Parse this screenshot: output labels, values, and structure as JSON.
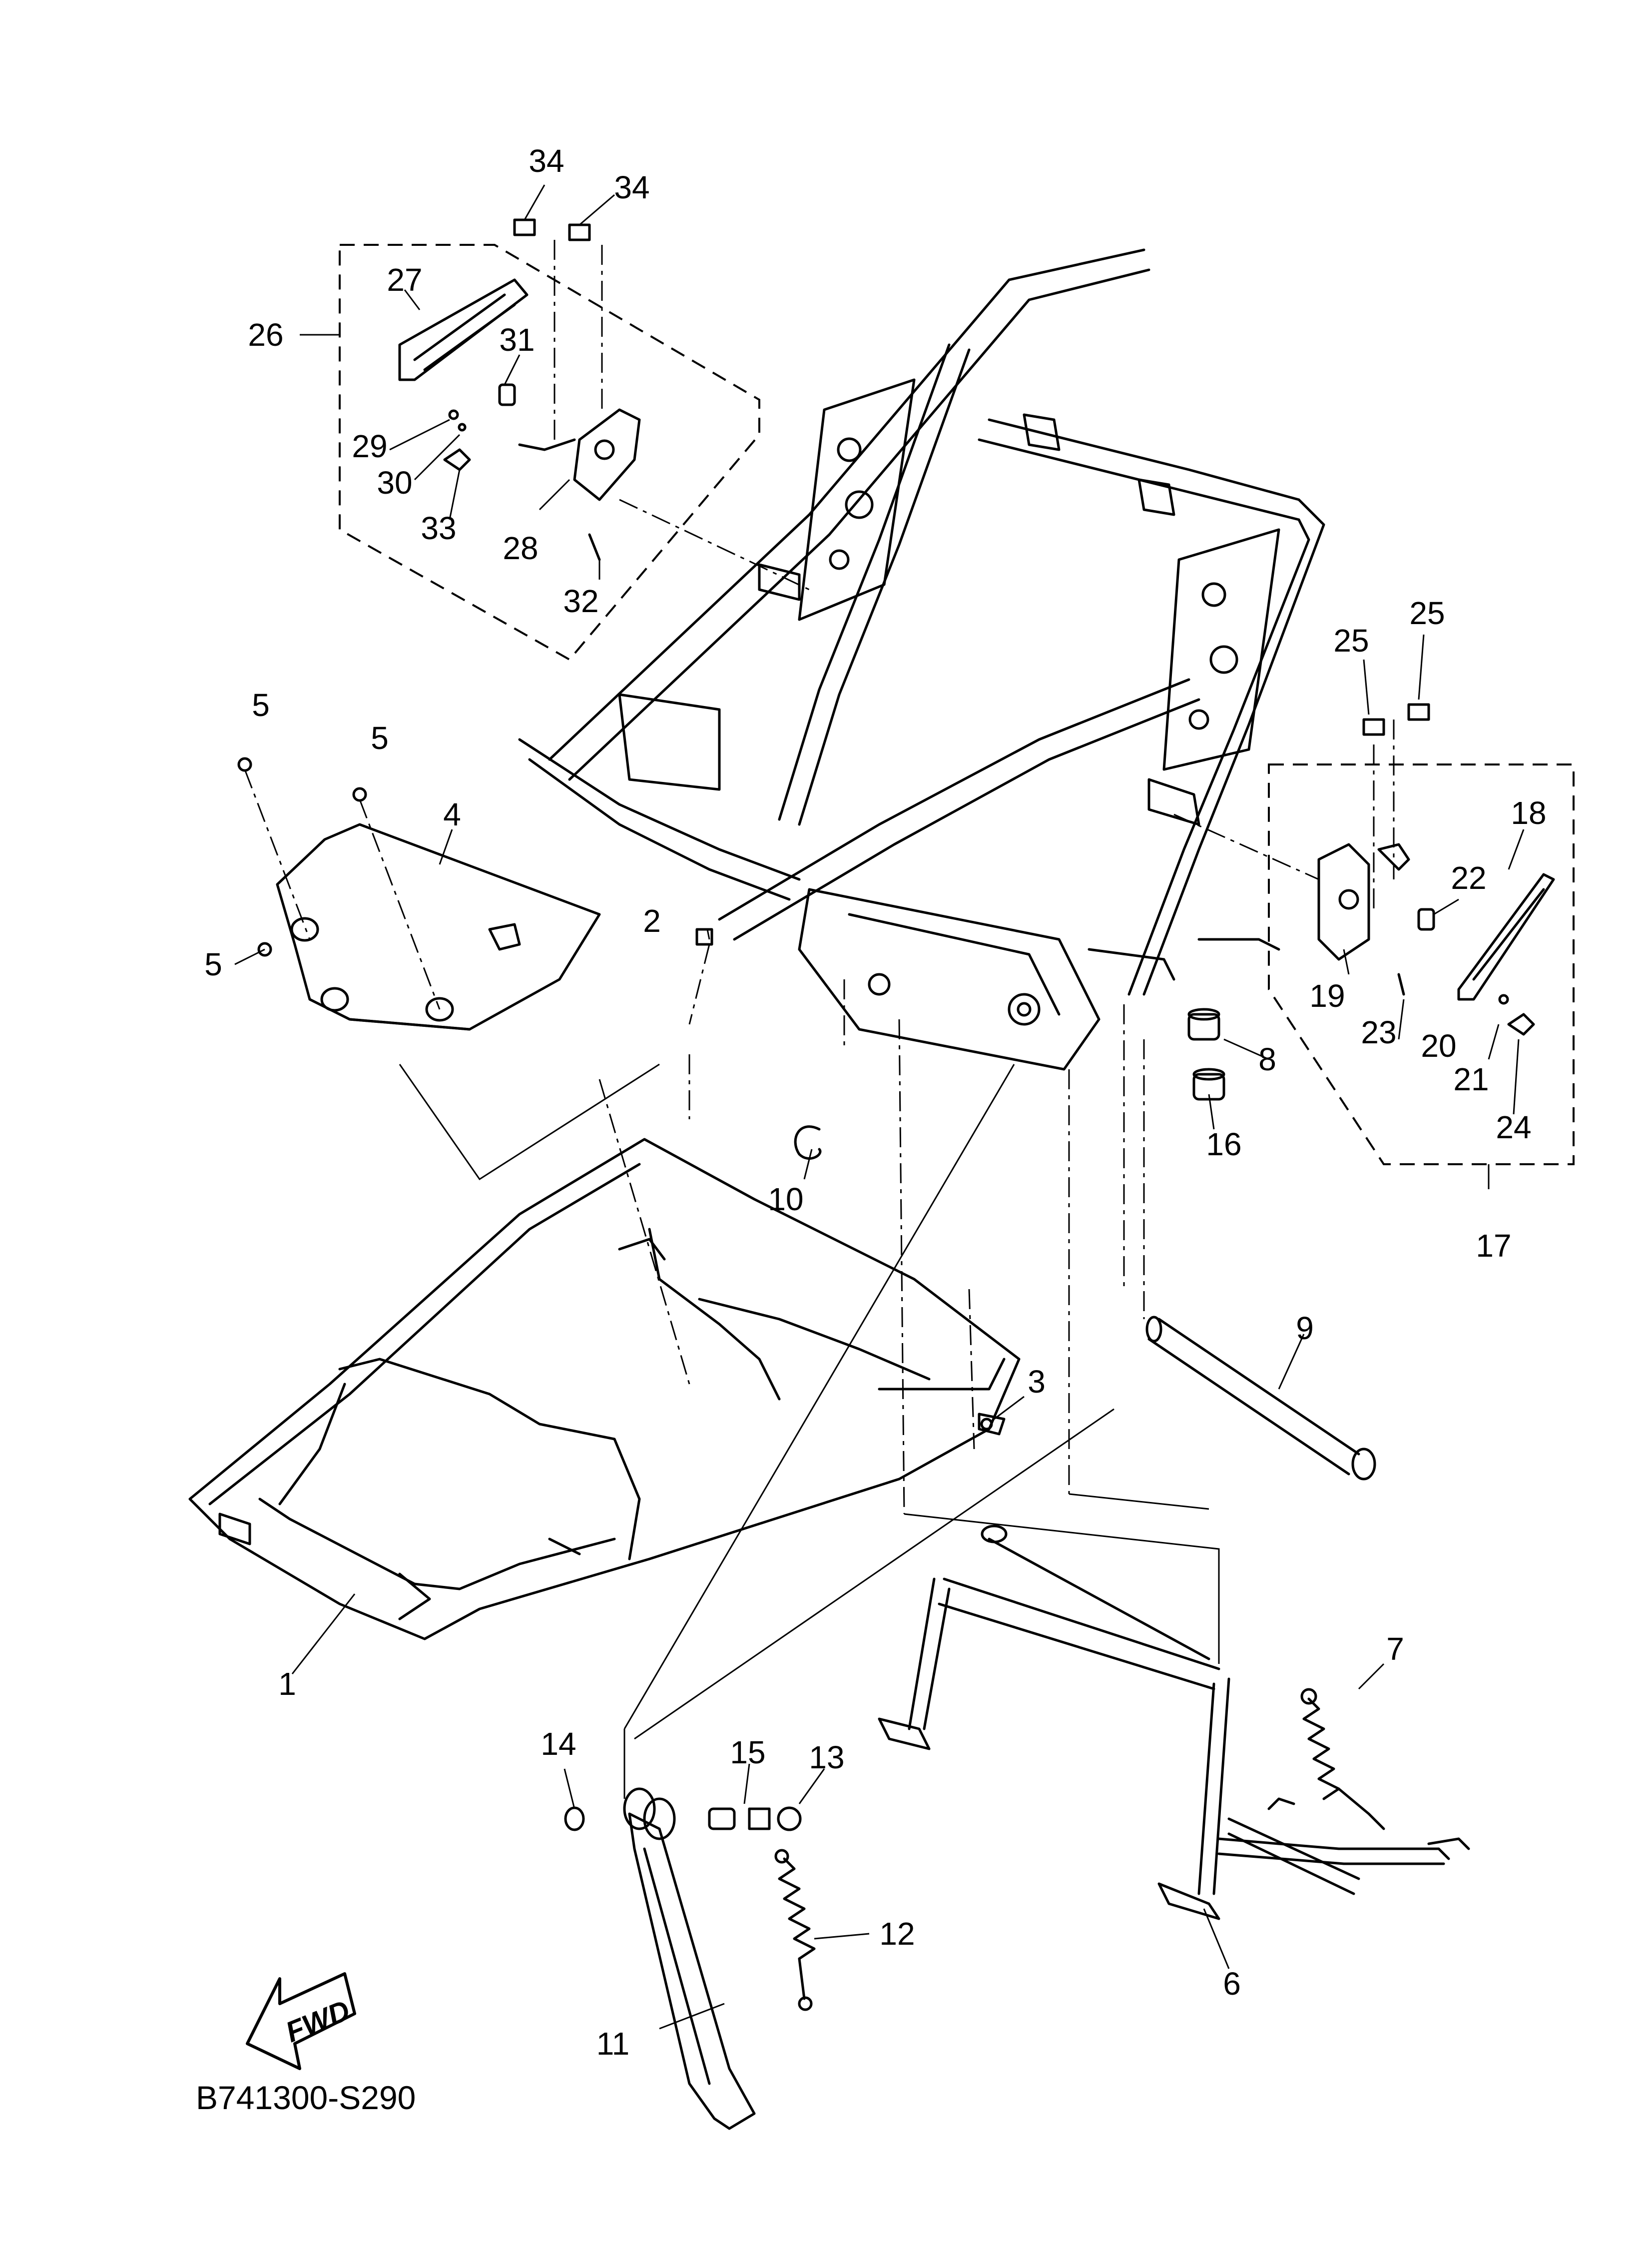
{
  "diagram": {
    "code": "B741300-S290",
    "direction_marker": "FWD",
    "line_color": "#000000",
    "background": "#ffffff"
  },
  "labels": {
    "p1": "1",
    "p2": "2",
    "p3": "3",
    "p4": "4",
    "p5a": "5",
    "p5b": "5",
    "p5c": "5",
    "p6": "6",
    "p7": "7",
    "p8": "8",
    "p9": "9",
    "p10": "10",
    "p11": "11",
    "p12": "12",
    "p13": "13",
    "p14": "14",
    "p15": "15",
    "p16": "16",
    "p17": "17",
    "p18": "18",
    "p19": "19",
    "p20": "20",
    "p21": "21",
    "p22": "22",
    "p23": "23",
    "p24": "24",
    "p25a": "25",
    "p25b": "25",
    "p26": "26",
    "p27": "27",
    "p28": "28",
    "p29": "29",
    "p30": "30",
    "p31": "31",
    "p32": "32",
    "p33": "33",
    "p34a": "34",
    "p34b": "34"
  }
}
